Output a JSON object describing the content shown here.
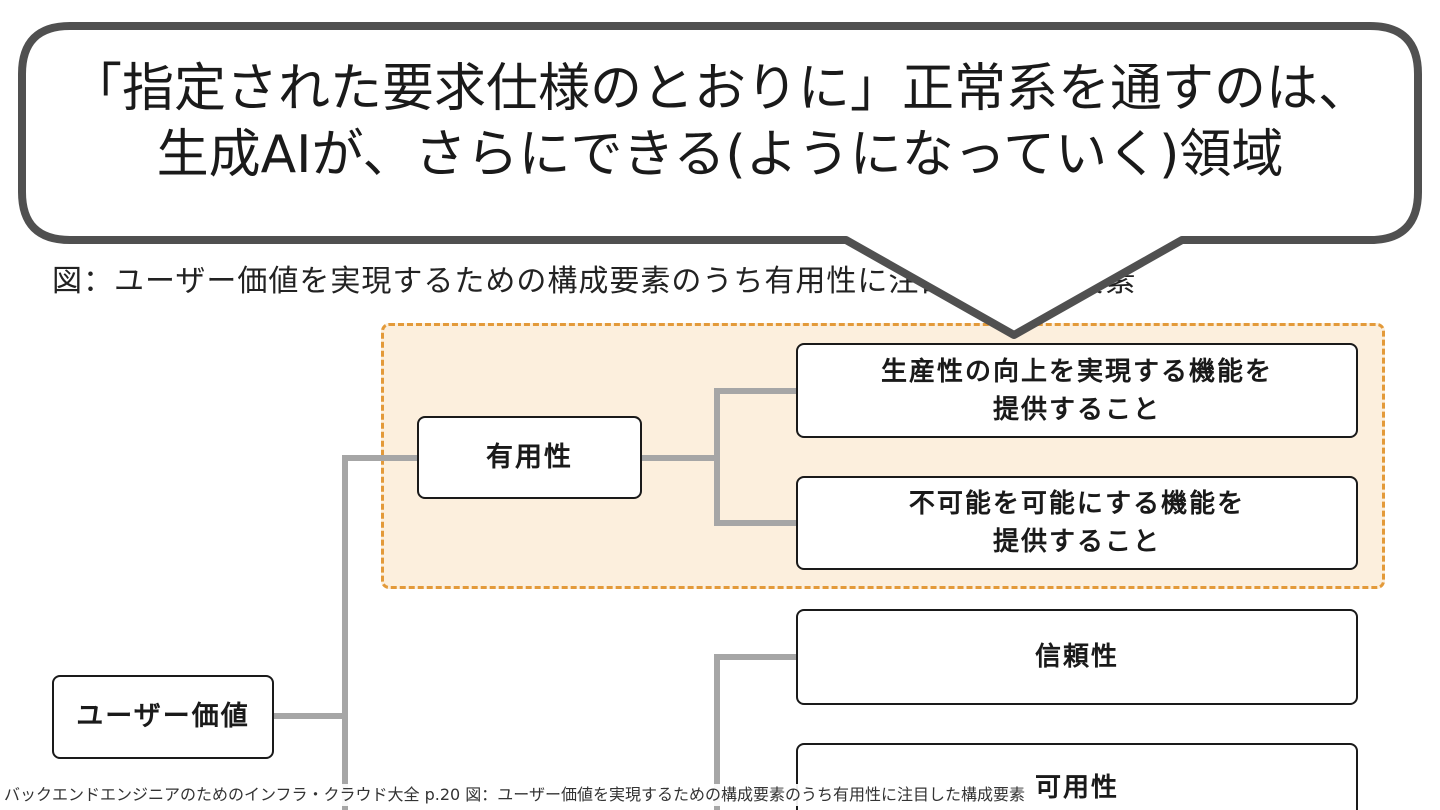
{
  "callout": {
    "text": "「指定された要求仕様のとおりに」正常系を通すのは、\n生成AIが、さらにできる(ようになっていく)領域"
  },
  "caption": "図：ユーザー価値を実現するための構成要素のうち有用性に注目した構成要素",
  "highlight_color": "#e39a3a",
  "nodes": {
    "root": "ユーザー価値",
    "usefulness": "有用性",
    "productivity": "生産性の向上を実現する機能を\n提供すること",
    "impossible_to_possible": "不可能を可能にする機能を\n提供すること",
    "reliability": "信頼性",
    "availability_partial": "可用性"
  },
  "footer": {
    "source": "バックエンドエンジニアのためのインフラ・クラウド大全 p.20 図：ユーザー価値を実現するための構成要素のうち有用性に注目した構成要素"
  }
}
